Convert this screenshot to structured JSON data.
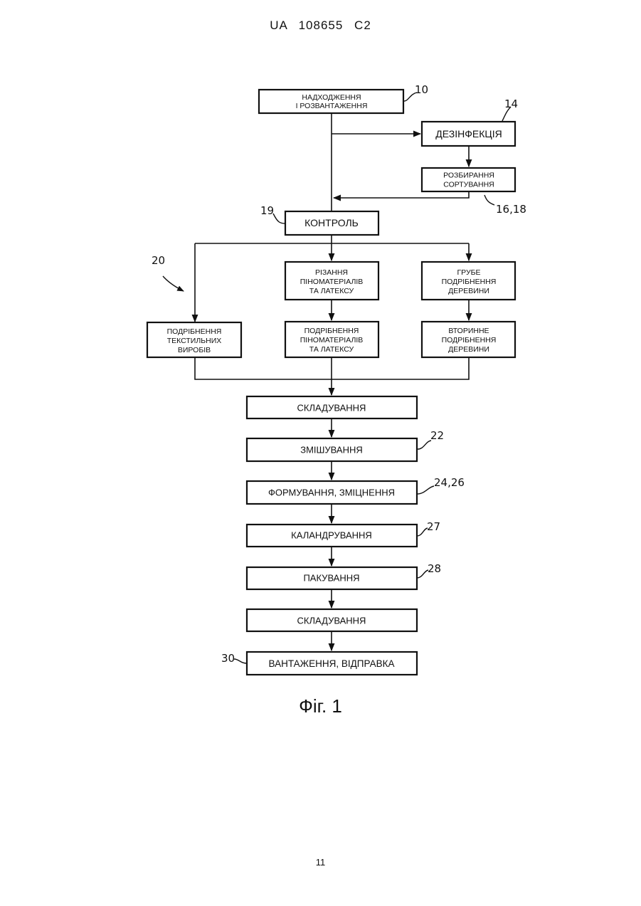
{
  "header": {
    "text": "UA   108655   C2"
  },
  "boxes": {
    "receipt": [
      "НАДХОДЖЕННЯ",
      "І РОЗВАНТАЖЕННЯ"
    ],
    "disinfection": [
      "ДЕЗІНФЕКЦІЯ"
    ],
    "sorting": [
      "РОЗБИРАННЯ",
      "СОРТУВАННЯ"
    ],
    "control": [
      "КОНТРОЛЬ"
    ],
    "foam_cutting": [
      "РІЗАННЯ",
      "ПІНОМАТЕРІАЛІВ",
      "ТА ЛАТЕКСУ"
    ],
    "wood_coarse": [
      "ГРУБЕ",
      "ПОДРІБНЕННЯ",
      "ДЕРЕВИНИ"
    ],
    "textile_grinding": [
      "ПОДРІБНЕННЯ",
      "ТЕКСТИЛЬНИХ",
      "ВИРОБІВ"
    ],
    "foam_grinding": [
      "ПОДРІБНЕННЯ",
      "ПІНОМАТЕРІАЛІВ",
      "ТА ЛАТЕКСУ"
    ],
    "wood_secondary": [
      "ВТОРИННЕ",
      "ПОДРІБНЕННЯ",
      "ДЕРЕВИНИ"
    ],
    "storage_1": [
      "СКЛАДУВАННЯ"
    ],
    "mixing": [
      "ЗМІШУВАННЯ"
    ],
    "forming": [
      "ФОРМУВАННЯ, ЗМІЦНЕННЯ"
    ],
    "calendering": [
      "КАЛАНДРУВАННЯ"
    ],
    "packing": [
      "ПАКУВАННЯ"
    ],
    "storage_2": [
      "СКЛАДУВАННЯ"
    ],
    "shipping": [
      "ВАНТАЖЕННЯ, ВІДПРАВКА"
    ]
  },
  "refs": {
    "r10": "10",
    "r14": "14",
    "r1618": "16,18",
    "r19": "19",
    "r20": "20",
    "r22": "22",
    "r2426": "24,26",
    "r27": "27",
    "r28": "28",
    "r30": "30"
  },
  "figure_caption": "Фіг. 1",
  "page_number": "11"
}
